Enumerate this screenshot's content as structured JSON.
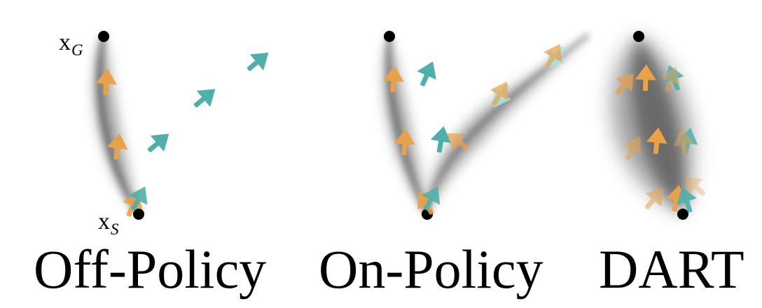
{
  "panels": [
    {
      "id": "off-policy",
      "caption": "Off-Policy"
    },
    {
      "id": "on-policy",
      "caption": "On-Policy"
    },
    {
      "id": "dart",
      "caption": "DART"
    }
  ],
  "labels": {
    "goal_main": "x",
    "goal_sub": "G",
    "start_main": "x",
    "start_sub": "S"
  },
  "colors": {
    "expert_arrow": "#e8a24a",
    "robot_arrow": "#4fb0ab",
    "noise_arrow": "#a8e6e4",
    "distribution": "#5a5a5a",
    "point": "#000000"
  }
}
